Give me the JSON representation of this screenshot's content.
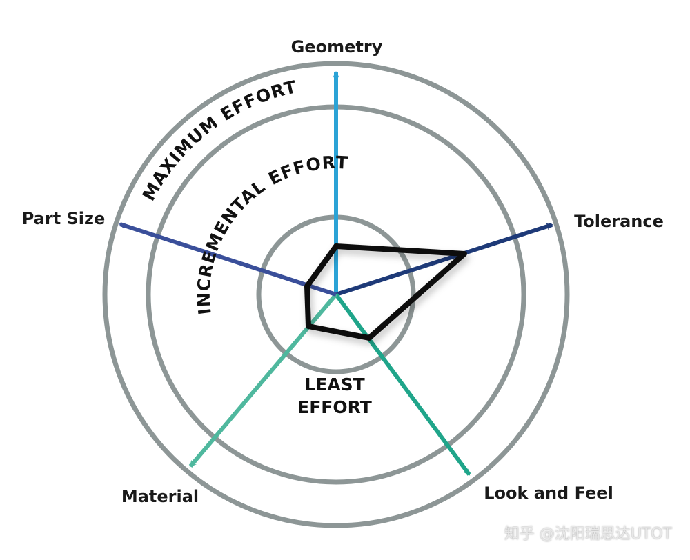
{
  "title": "Effort radar diagram",
  "axes": [
    {
      "label": "Geometry",
      "color": "#2ba3d6"
    },
    {
      "label": "Tolerance",
      "color": "#1e3a78"
    },
    {
      "label": "Look and Feel",
      "color": "#1fa58a"
    },
    {
      "label": "Material",
      "color": "#4fb89e"
    },
    {
      "label": "Part Size",
      "color": "#3a4f9a"
    }
  ],
  "rings": {
    "least": [
      "LEAST",
      "EFFORT"
    ],
    "incremental": "INCREMENTAL EFFORT",
    "maximum": "MAXIMUM EFFORT",
    "color": "#8d9696"
  },
  "watermark": "知乎 @沈阳瑞思达UTOT"
}
